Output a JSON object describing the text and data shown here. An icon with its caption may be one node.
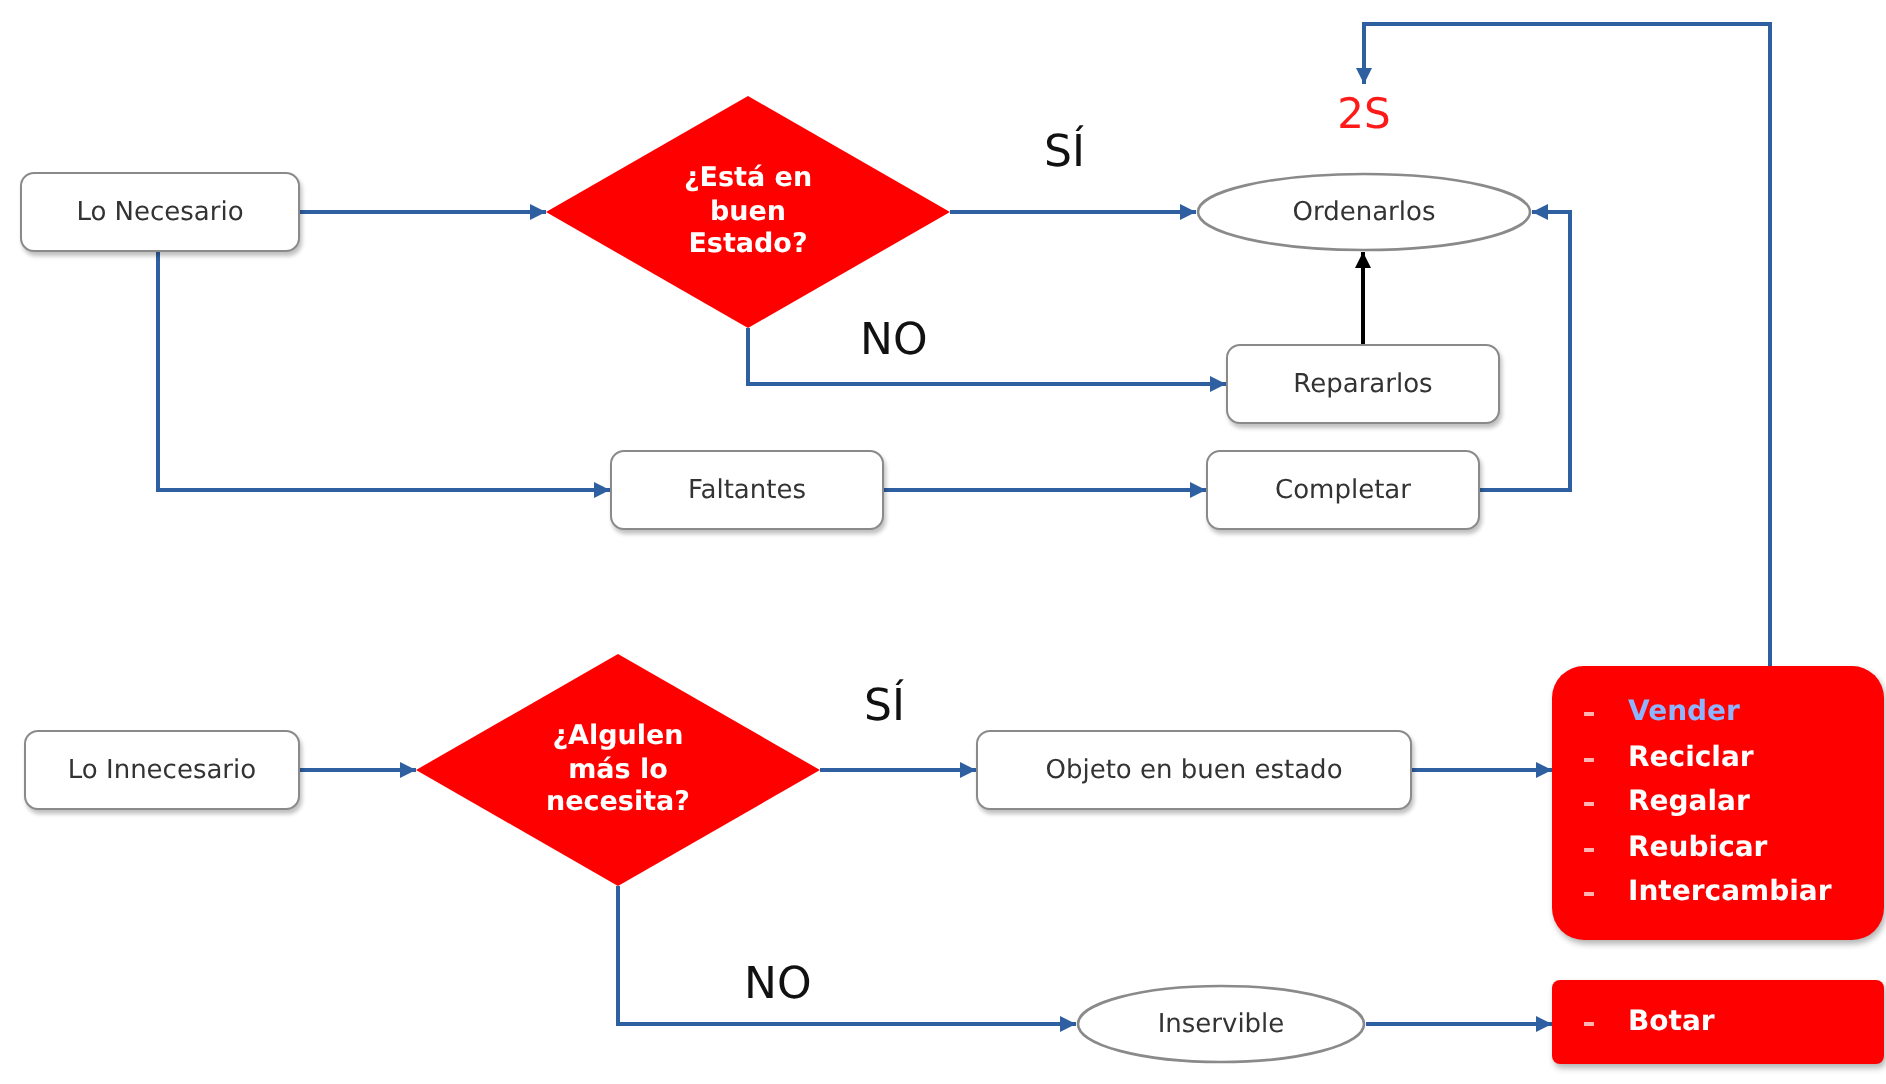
{
  "diagram": {
    "nodes": [
      {
        "text": [
          "Lo Necesario"
        ]
      },
      {
        "text": [
          "¿Está en buen Estado?"
        ]
      },
      {
        "text": [
          "Ordenarlos"
        ]
      },
      {
        "text": [
          "Repararlos"
        ]
      },
      {
        "text": [
          "Faltantes"
        ]
      },
      {
        "text": [
          "Completar"
        ]
      },
      {
        "text": [
          "Lo Innecesario"
        ]
      },
      {
        "text": [
          "¿Algulen más lo necesita?"
        ]
      },
      {
        "text": [
          "Objeto en buen estado"
        ]
      },
      {
        "text": [
          "Vender",
          "Reciclar",
          "Regalar",
          "Reubicar",
          "Intercambiar"
        ]
      },
      {
        "text": [
          "Botar"
        ]
      },
      {
        "text": [
          "Inservible"
        ]
      },
      {
        "text": [
          "2S"
        ]
      }
    ],
    "edges": [
      {
        "from": 0,
        "to": 1,
        "arrow": "to"
      },
      {
        "from": 1,
        "to": 2,
        "arrow": "to",
        "label": "SÍ"
      },
      {
        "from": 1,
        "to": 3,
        "arrow": "to",
        "label": "NO"
      },
      {
        "from": 3,
        "to": 2,
        "arrow": "to",
        "color": "#000000"
      },
      {
        "from": 0,
        "to": 4,
        "arrow": "to"
      },
      {
        "from": 4,
        "to": 5,
        "arrow": "to"
      },
      {
        "from": 5,
        "to": 2,
        "arrow": "to"
      },
      {
        "from": 6,
        "to": 7,
        "arrow": "to"
      },
      {
        "from": 7,
        "to": 8,
        "arrow": "to",
        "label": "SÍ"
      },
      {
        "from": 8,
        "to": 9,
        "arrow": "to"
      },
      {
        "from": 7,
        "to": 11,
        "arrow": "to",
        "label": "NO"
      },
      {
        "from": 11,
        "to": 10,
        "arrow": "to"
      },
      {
        "from": 9,
        "to": 12,
        "arrow": "to"
      }
    ]
  }
}
